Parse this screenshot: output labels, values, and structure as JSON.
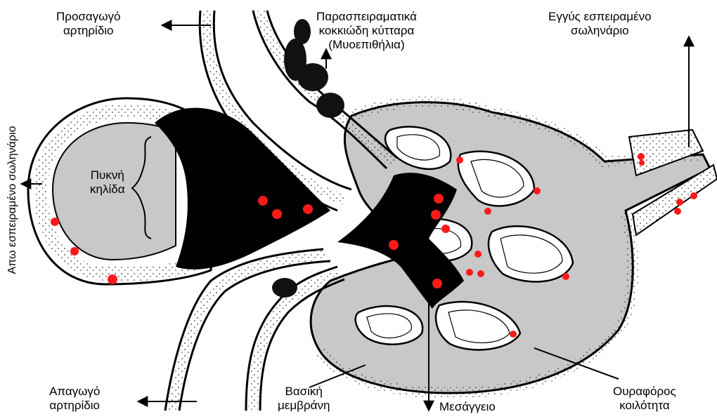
{
  "labels": {
    "afferent_arteriole": [
      "Προσαγωγό",
      "αρτηρίδιο"
    ],
    "juxtaglomerular_cells": [
      "Παρασπειραματικά",
      "κοκκιώδη κύτταρα",
      "(Μυοεπιθήλια)"
    ],
    "proximal_tubule": [
      "Εγγύς εσπειραμένο",
      "σωληνάριο"
    ],
    "distal_tubule": "Απω εσπειραμένο σωληνάριο",
    "macula_densa": [
      "Πυκνή",
      "κηλίδα"
    ],
    "efferent_arteriole": [
      "Απαγωγό",
      "αρτηρίδιο"
    ],
    "basement_membrane": [
      "Βασική",
      "μεμβράνη"
    ],
    "mesangium": "Μεσάγγειο",
    "urinary_space": [
      "Ουραφόρος",
      "κοιλότητα"
    ]
  },
  "colors": {
    "ink": "#000000",
    "marker": "#ff1a1a",
    "space": "#c8c8c8",
    "wall": "#ffffff"
  },
  "marker_count": 24
}
